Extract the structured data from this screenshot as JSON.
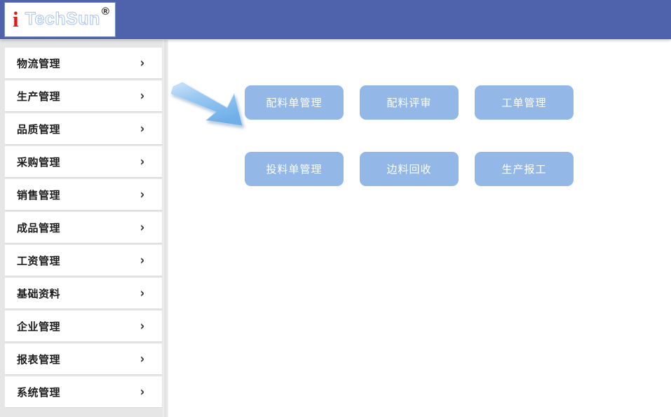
{
  "header": {
    "background_color": "#4f63ad",
    "logo": {
      "initial": "i",
      "word": "TechSun",
      "registered_mark": "®",
      "initial_color": "#e01a1a",
      "word_color": "#ffffff"
    }
  },
  "sidebar": {
    "background_color": "#e6e6e6",
    "chevron_glyph": "›",
    "items": [
      {
        "label": "物流管理",
        "name": "logistics-management"
      },
      {
        "label": "生产管理",
        "name": "production-management"
      },
      {
        "label": "品质管理",
        "name": "quality-management"
      },
      {
        "label": "采购管理",
        "name": "purchasing-management"
      },
      {
        "label": "销售管理",
        "name": "sales-management"
      },
      {
        "label": "成品管理",
        "name": "finished-goods-management"
      },
      {
        "label": "工资管理",
        "name": "payroll-management"
      },
      {
        "label": "基础资料",
        "name": "basic-data"
      },
      {
        "label": "企业管理",
        "name": "enterprise-management"
      },
      {
        "label": "报表管理",
        "name": "report-management"
      },
      {
        "label": "系统管理",
        "name": "system-management"
      }
    ]
  },
  "main": {
    "tile_color": "#93b8e8",
    "tile_text_color": "#ffffff",
    "rows": [
      [
        {
          "label": "配料单管理",
          "name": "tile-batching-sheet-management"
        },
        {
          "label": "配料评审",
          "name": "tile-batching-review"
        },
        {
          "label": "工单管理",
          "name": "tile-work-order-management"
        }
      ],
      [
        {
          "label": "投料单管理",
          "name": "tile-feeding-sheet-management"
        },
        {
          "label": "边料回收",
          "name": "tile-scrap-recycling"
        },
        {
          "label": "生产报工",
          "name": "tile-production-reporting"
        }
      ]
    ],
    "annotation": {
      "type": "arrow",
      "direction": "down-right",
      "color": "#8cc0ef",
      "points_to": "配料单管理"
    }
  }
}
